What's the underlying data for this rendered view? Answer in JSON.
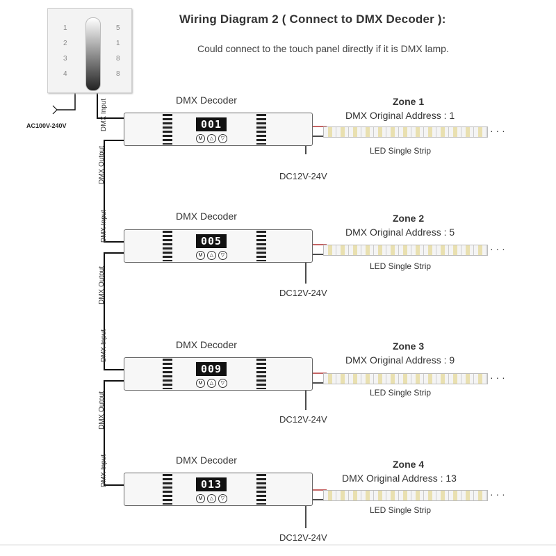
{
  "header": {
    "title": "Wiring Diagram 2 ( Connect to DMX Decoder ):",
    "subtitle": "Could connect to the touch panel directly if it is DMX lamp."
  },
  "panel": {
    "left_numbers": [
      "1",
      "2",
      "3",
      "4"
    ],
    "right_numbers": [
      "5",
      "1",
      "8",
      "8"
    ]
  },
  "power_label": "AC100V-240V",
  "cable_labels": {
    "input": "DMX Input",
    "output": "DMX Output"
  },
  "decoders": [
    {
      "title": "DMX Decoder",
      "display": "001",
      "zone": "Zone 1",
      "address": "DMX Original Address : 1",
      "strip": "LED Single Strip",
      "power": "DC12V-24V"
    },
    {
      "title": "DMX Decoder",
      "display": "005",
      "zone": "Zone 2",
      "address": "DMX Original Address : 5",
      "strip": "LED Single Strip",
      "power": "DC12V-24V"
    },
    {
      "title": "DMX Decoder",
      "display": "009",
      "zone": "Zone 3",
      "address": "DMX Original Address : 9",
      "strip": "LED Single Strip",
      "power": "DC12V-24V"
    },
    {
      "title": "DMX Decoder",
      "display": "013",
      "zone": "Zone 4",
      "address": "DMX Original Address : 13",
      "strip": "LED Single Strip",
      "power": "DC12V-24V"
    }
  ],
  "buttons": [
    "M",
    "△",
    "▽"
  ],
  "colors": {
    "wire": "#111111",
    "wire_red": "#b03030",
    "display_bg": "#111111"
  }
}
